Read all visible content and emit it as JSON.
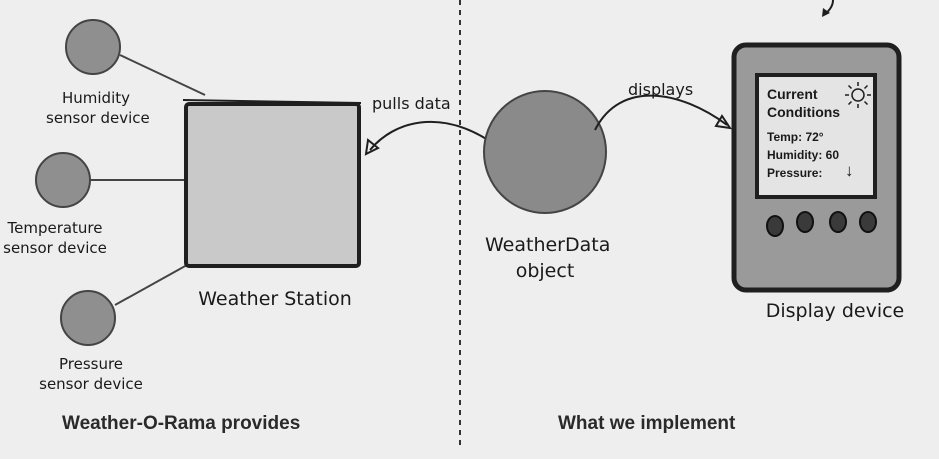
{
  "sensors": [
    {
      "label_line1": "Humidity",
      "label_line2": "sensor device"
    },
    {
      "label_line1": "Temperature",
      "label_line2": "sensor device"
    },
    {
      "label_line1": "Pressure",
      "label_line2": "sensor device"
    }
  ],
  "weather_station": {
    "label": "Weather Station"
  },
  "weather_data": {
    "label_line1": "WeatherData",
    "label_line2": "object"
  },
  "display_device": {
    "label": "Display device",
    "screen_line1": "Current",
    "screen_line2": "Conditions",
    "temp": "Temp: 72°",
    "humidity": "Humidity: 60",
    "pressure": "Pressure:",
    "pressure_arrow": "↓"
  },
  "arrows": {
    "pulls_data": "pulls data",
    "displays": "displays"
  },
  "captions": {
    "left": "Weather-O-Rama provides",
    "right": "What we implement"
  },
  "colors": {
    "background": "#eeeeee",
    "sensor_fill": "#8f8f8f",
    "station_fill": "#c9c9c9",
    "object_fill": "#8a8a8a",
    "device_fill": "#9a9a9a",
    "screen_fill": "#e4e4e4",
    "outline": "#1f1f1f"
  }
}
